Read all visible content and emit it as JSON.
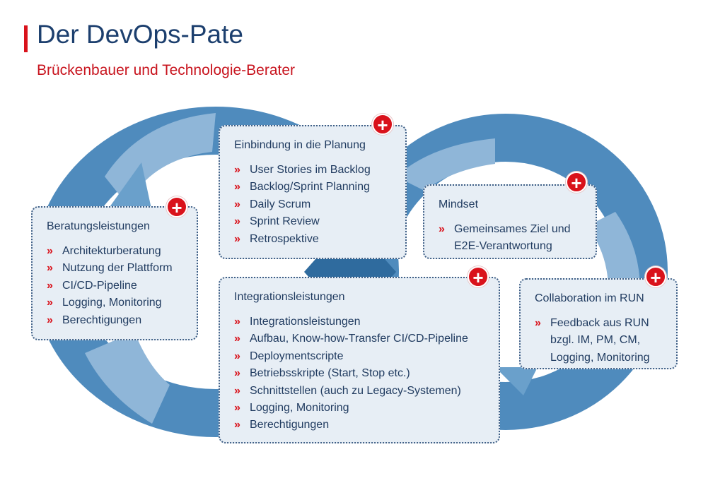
{
  "title": "Der DevOps-Pate",
  "subtitle": "Brückenbauer und Technologie-Berater",
  "colors": {
    "title": "#1c3f6e",
    "accent": "#d9121b",
    "loop_dark": "#4f8bbd",
    "loop_light": "#8fb6d8",
    "card_bg": "#e7eef5",
    "card_border": "#3f5f86"
  },
  "boxes": {
    "planning": {
      "title": "Einbindung in die Planung",
      "items": [
        "User Stories im Backlog",
        "Backlog/Sprint Planning",
        "Daily Scrum",
        "Sprint Review",
        "Retrospektive"
      ]
    },
    "consulting": {
      "title": "Beratungsleistungen",
      "items": [
        "Architekturberatung",
        "Nutzung der Plattform",
        "CI/CD-Pipeline",
        "Logging, Monitoring",
        "Berechtigungen"
      ]
    },
    "mindset": {
      "title": "Mindset",
      "items": [
        "Gemeinsames Ziel und\nE2E-Verantwortung"
      ]
    },
    "integration": {
      "title": "Integrationsleistungen",
      "items": [
        "Integrationsleistungen",
        "Aufbau, Know-how-Transfer CI/CD-Pipeline",
        "Deploymentscripte",
        "Betriebsskripte (Start, Stop etc.)",
        "Schnittstellen (auch zu Legacy-Systemen)",
        "Logging, Monitoring",
        "Berechtigungen"
      ]
    },
    "run": {
      "title": "Collaboration im RUN",
      "items": [
        "Feedback aus RUN\nbzgl. IM, PM, CM,\nLogging, Monitoring"
      ]
    }
  },
  "plus_symbol": "+"
}
